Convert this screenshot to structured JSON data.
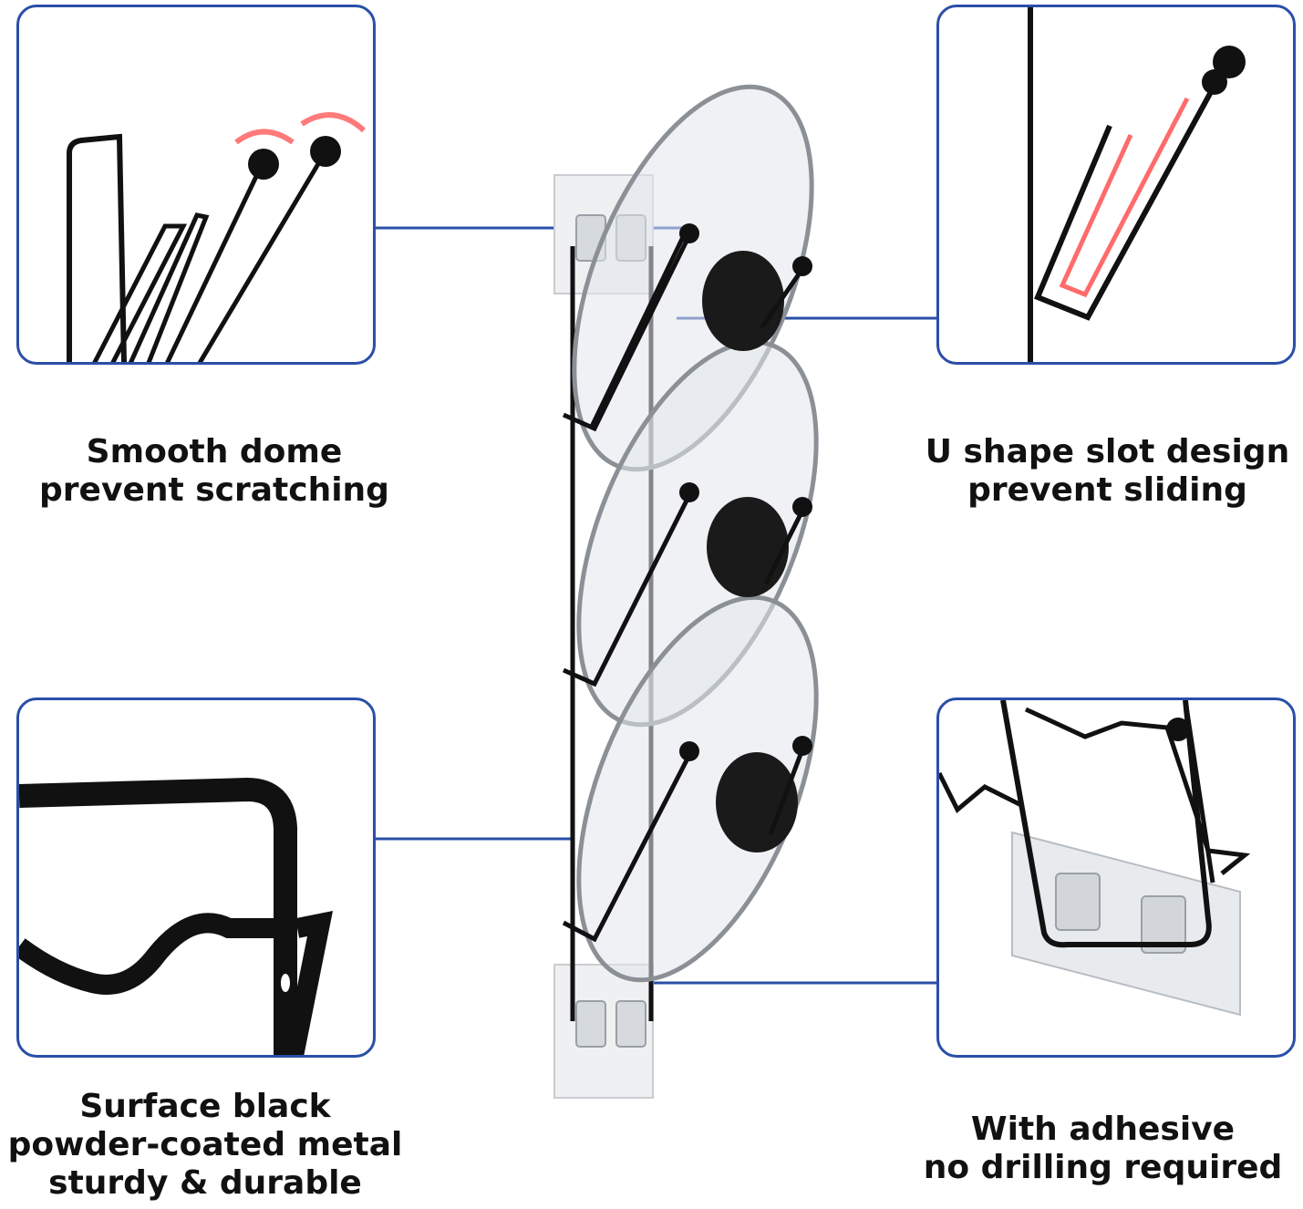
{
  "features": {
    "top_left": {
      "line1": "Smooth dome",
      "line2": "prevent scratching"
    },
    "top_right": {
      "line1": "U shape slot design",
      "line2": "prevent sliding"
    },
    "bottom_left": {
      "line1": "Surface black",
      "line2": "powder-coated metal",
      "line3": "sturdy & durable"
    },
    "bottom_right": {
      "line1": "With adhesive",
      "line2": "no drilling required"
    }
  },
  "colors": {
    "panel_border": "#2a4fa8",
    "connector_line": "#2a4fa8",
    "metal": "#111111",
    "highlight": "#ff5a5a"
  }
}
